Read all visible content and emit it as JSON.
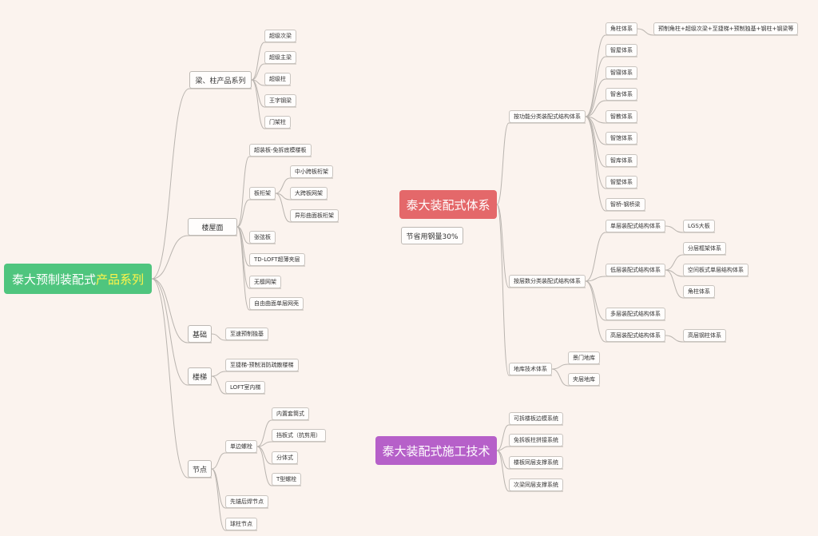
{
  "colors": {
    "background": "#fbf3ee",
    "edge": "#b9b4af",
    "root_green": "#4fc57e",
    "root_red": "#e4686a",
    "root_purple": "#b660c9",
    "highlight_text": "#fff44a"
  },
  "left": {
    "root": {
      "text_a": "泰大预制装配式",
      "text_b": "产品系列"
    },
    "beams": {
      "label": "梁、柱产品系列",
      "items": [
        "超级次梁",
        "超级主梁",
        "超级柱",
        "王字钢梁",
        "门架柱"
      ]
    },
    "roof": {
      "label": "楼屋面",
      "top": "超装板-免拆底模楼板",
      "truss": {
        "label": "板桁架",
        "items": [
          "中小跨板桁架",
          "大跨板网架",
          "异形曲面板桁架"
        ]
      },
      "items": [
        "张弦板",
        "TD-LOFT超薄夹层",
        "无檩网架",
        "自由曲面单层网壳"
      ]
    },
    "foundation": {
      "label": "基础",
      "items": [
        "至速预制独基"
      ]
    },
    "stairs": {
      "label": "楼梯",
      "items": [
        "至捷梯-预制消防疏散楼梯",
        "LOFT室内梯"
      ]
    },
    "joints": {
      "label": "节点",
      "bolt": {
        "label": "单边螺栓",
        "items": [
          "内置套筒式",
          "挡板式（抗剪用）",
          "分体式",
          "T型螺栓"
        ]
      },
      "items": [
        "先锚后焊节点",
        "球柱节点"
      ]
    }
  },
  "right": {
    "system_root": "泰大装配式体系",
    "steel_saving": "节省用钢量30%",
    "by_function": {
      "label": "按功能分类装配式结构体系",
      "corner": "角柱体系",
      "corner_detail": "预制角柱+超级次梁+至捷梯+预制独基+钢柱+钢梁等",
      "items": [
        "智屋体系",
        "智寝体系",
        "智舍体系",
        "智教体系",
        "智馆体系",
        "智库体系",
        "智墅体系",
        "智桥-钢桥梁"
      ]
    },
    "by_height": {
      "label": "按层数分类装配式结构体系",
      "single": "单层装配式结构体系",
      "lgs": "LGS大板",
      "low": "低层装配式结构体系",
      "low_items": [
        "分层框架体系",
        "空间板式单层结构体系",
        "角柱体系"
      ],
      "multi": "多层装配式结构体系",
      "high": "高层装配式结构体系",
      "high_item": "高层钢柱体系"
    },
    "garage": {
      "label": "地库技术体系",
      "items": [
        "景门地库",
        "夹层地库"
      ]
    },
    "construction": {
      "root": "泰大装配式施工技术",
      "items": [
        "可拆楼板边模系统",
        "免拆板柱拼接系统",
        "楼板同层支撑系统",
        "次梁同层支撑系统"
      ]
    }
  }
}
